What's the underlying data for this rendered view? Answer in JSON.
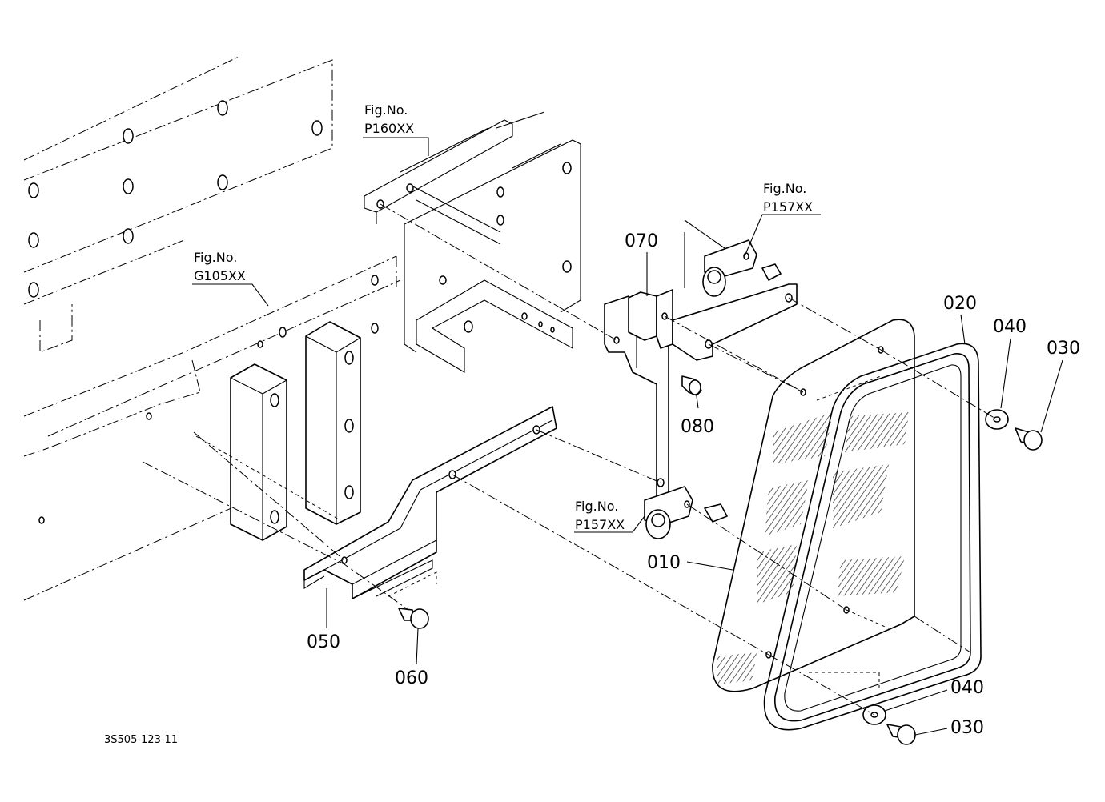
{
  "figure_refs": [
    {
      "title": "Fig.No.",
      "code": "P160XX"
    },
    {
      "title": "Fig.No.",
      "code": "G105XX"
    },
    {
      "title": "Fig.No.",
      "code": "P157XX"
    },
    {
      "title": "Fig.No.",
      "code": "P157XX"
    }
  ],
  "part_labels": {
    "p010": "010",
    "p020": "020",
    "p030_a": "030",
    "p030_b": "030",
    "p040_a": "040",
    "p040_b": "040",
    "p050": "050",
    "p060": "060",
    "p070": "070",
    "p080": "080"
  },
  "drawing_code": "3S505-123-11"
}
